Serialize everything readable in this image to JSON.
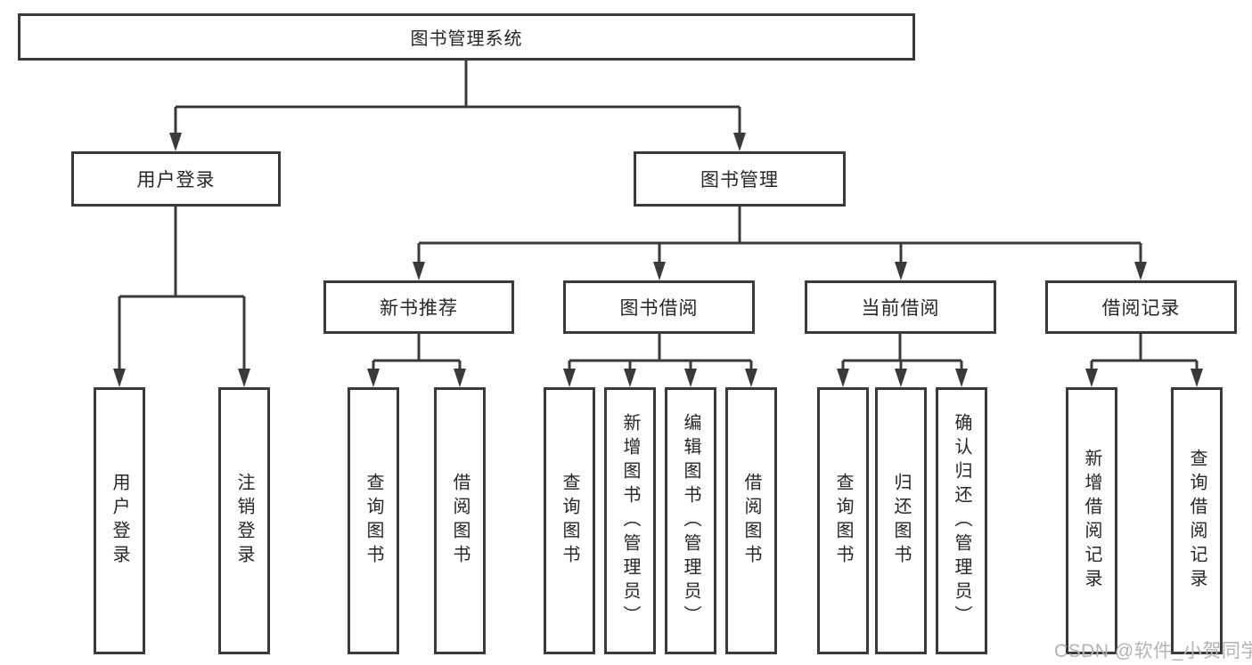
{
  "diagram": {
    "root": {
      "label": "图书管理系统"
    },
    "level2": {
      "user_login": {
        "label": "用户登录"
      },
      "book_management": {
        "label": "图书管理"
      }
    },
    "level3": {
      "new_book_recommend": {
        "label": "新书推荐"
      },
      "book_borrow": {
        "label": "图书借阅"
      },
      "current_borrow": {
        "label": "当前借阅"
      },
      "borrow_records": {
        "label": "借阅记录"
      }
    },
    "leaves": {
      "user_login": {
        "label": "用户登录"
      },
      "logout": {
        "label": "注销登录"
      },
      "rec_query_books": {
        "label": "查询图书"
      },
      "rec_borrow_books": {
        "label": "借阅图书"
      },
      "bb_query_books": {
        "label": "查询图书"
      },
      "bb_add_books": {
        "label": "新增图书（管理员）"
      },
      "bb_edit_books": {
        "label": "编辑图书（管理员）"
      },
      "bb_borrow_books": {
        "label": "借阅图书"
      },
      "cb_query_books": {
        "label": "查询图书"
      },
      "cb_return_books": {
        "label": "归还图书"
      },
      "cb_confirm_return": {
        "label": "确认归还（管理员）"
      },
      "br_add_record": {
        "label": "新增借阅记录"
      },
      "br_query_record": {
        "label": "查询借阅记录"
      }
    }
  },
  "watermark": {
    "text": "CSDN @软件_小贺同学"
  },
  "colors": {
    "line": "#3a3a3a",
    "text": "#262626",
    "watermark": "#b3b3b3",
    "background": "#ffffff"
  }
}
